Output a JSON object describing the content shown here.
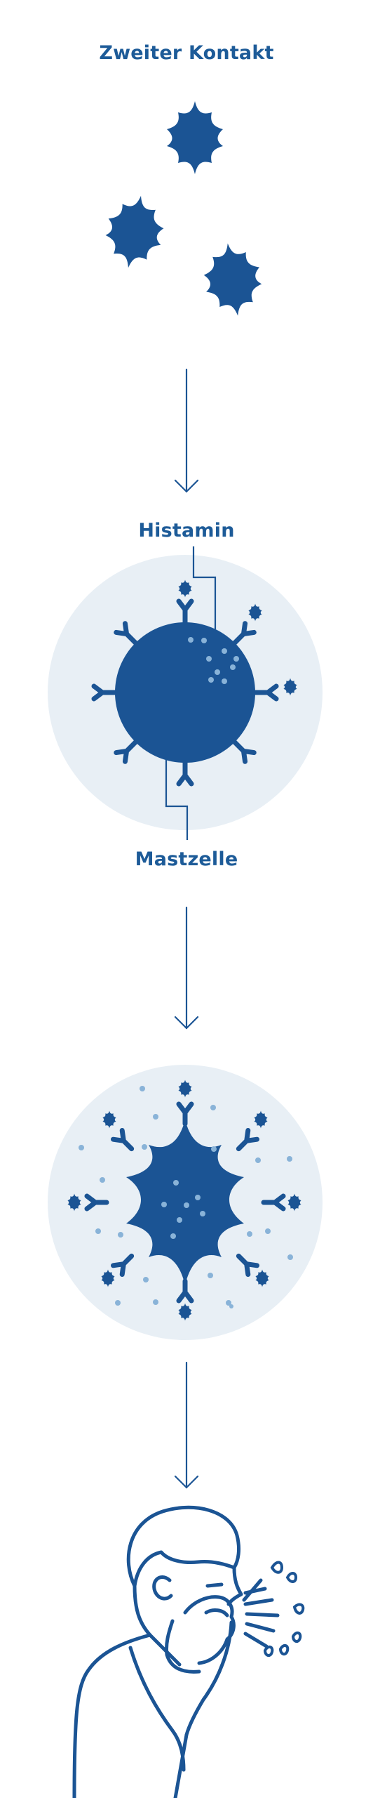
{
  "labels": {
    "title": "Zweiter Kontakt",
    "histamin": "Histamin",
    "mastzelle": "Mastzelle"
  },
  "colors": {
    "primary": "#1b5494",
    "light_dots": "#89b3d8",
    "circle_bg": "#e8eff5",
    "text": "#1d5b98"
  }
}
